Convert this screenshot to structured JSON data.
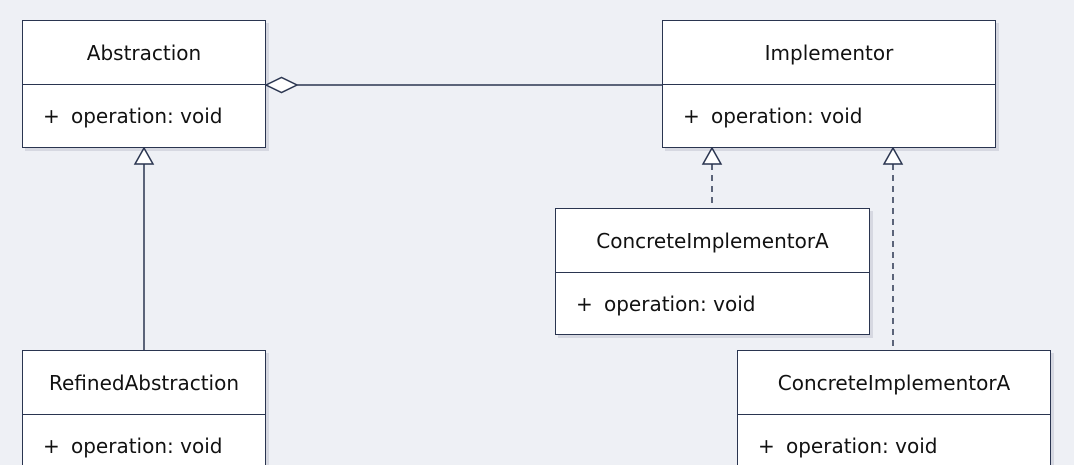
{
  "diagram": {
    "type": "uml-class-diagram",
    "colors": {
      "background": "#eef0f5",
      "box_fill": "#ffffff",
      "stroke": "#2a3550"
    },
    "classes": {
      "abstraction": {
        "name": "Abstraction",
        "operation": {
          "visibility": "+",
          "text": "operation: void"
        }
      },
      "implementor": {
        "name": "Implementor",
        "operation": {
          "visibility": "+",
          "text": "operation: void"
        }
      },
      "refined_abstraction": {
        "name": "RefinedAbstraction",
        "operation": {
          "visibility": "+",
          "text": "operation: void"
        }
      },
      "concrete_implementor_a": {
        "name": "ConcreteImplementorA",
        "operation": {
          "visibility": "+",
          "text": "operation: void"
        }
      },
      "concrete_implementor_b": {
        "name": "ConcreteImplementorA",
        "operation": {
          "visibility": "+",
          "text": "operation: void"
        }
      }
    },
    "relations": [
      {
        "kind": "aggregation",
        "from": "Abstraction",
        "to": "Implementor"
      },
      {
        "kind": "generalization",
        "from": "RefinedAbstraction",
        "to": "Abstraction"
      },
      {
        "kind": "realization",
        "from": "ConcreteImplementorA",
        "to": "Implementor"
      },
      {
        "kind": "realization",
        "from": "ConcreteImplementorA",
        "to": "Implementor"
      }
    ]
  }
}
